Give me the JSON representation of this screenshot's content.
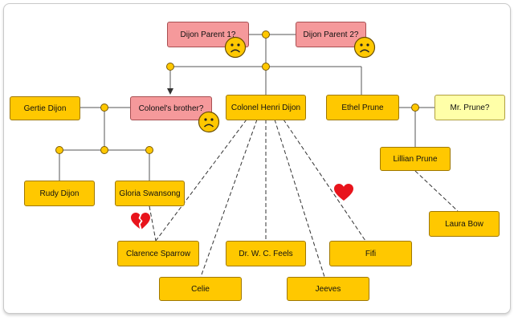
{
  "people": {
    "dijon_parent_1": "Dijon Parent 1?",
    "dijon_parent_2": "Dijon Parent 2?",
    "gertie_dijon": "Gertie Dijon",
    "colonels_brother": "Colonel's brother?",
    "colonel_henri_dijon": "Colonel Henri Dijon",
    "ethel_prune": "Ethel Prune",
    "mr_prune": "Mr. Prune?",
    "rudy_dijon": "Rudy Dijon",
    "gloria_swansong": "Gloria Swansong",
    "lillian_prune": "Lillian Prune",
    "laura_bow": "Laura Bow",
    "clarence_sparrow": "Clarence Sparrow",
    "dr_feels": "Dr. W. C. Feels",
    "fifi": "Fifi",
    "celie": "Celie",
    "jeeves": "Jeeves"
  },
  "colors": {
    "node_fill": "#ffc800",
    "unknown_fill": "#f5999b",
    "light_fill": "#ffffa8",
    "heart": "#e8141c"
  },
  "icons": [
    "sad-face-icon",
    "heart-icon",
    "broken-heart-icon",
    "junction-dot"
  ]
}
